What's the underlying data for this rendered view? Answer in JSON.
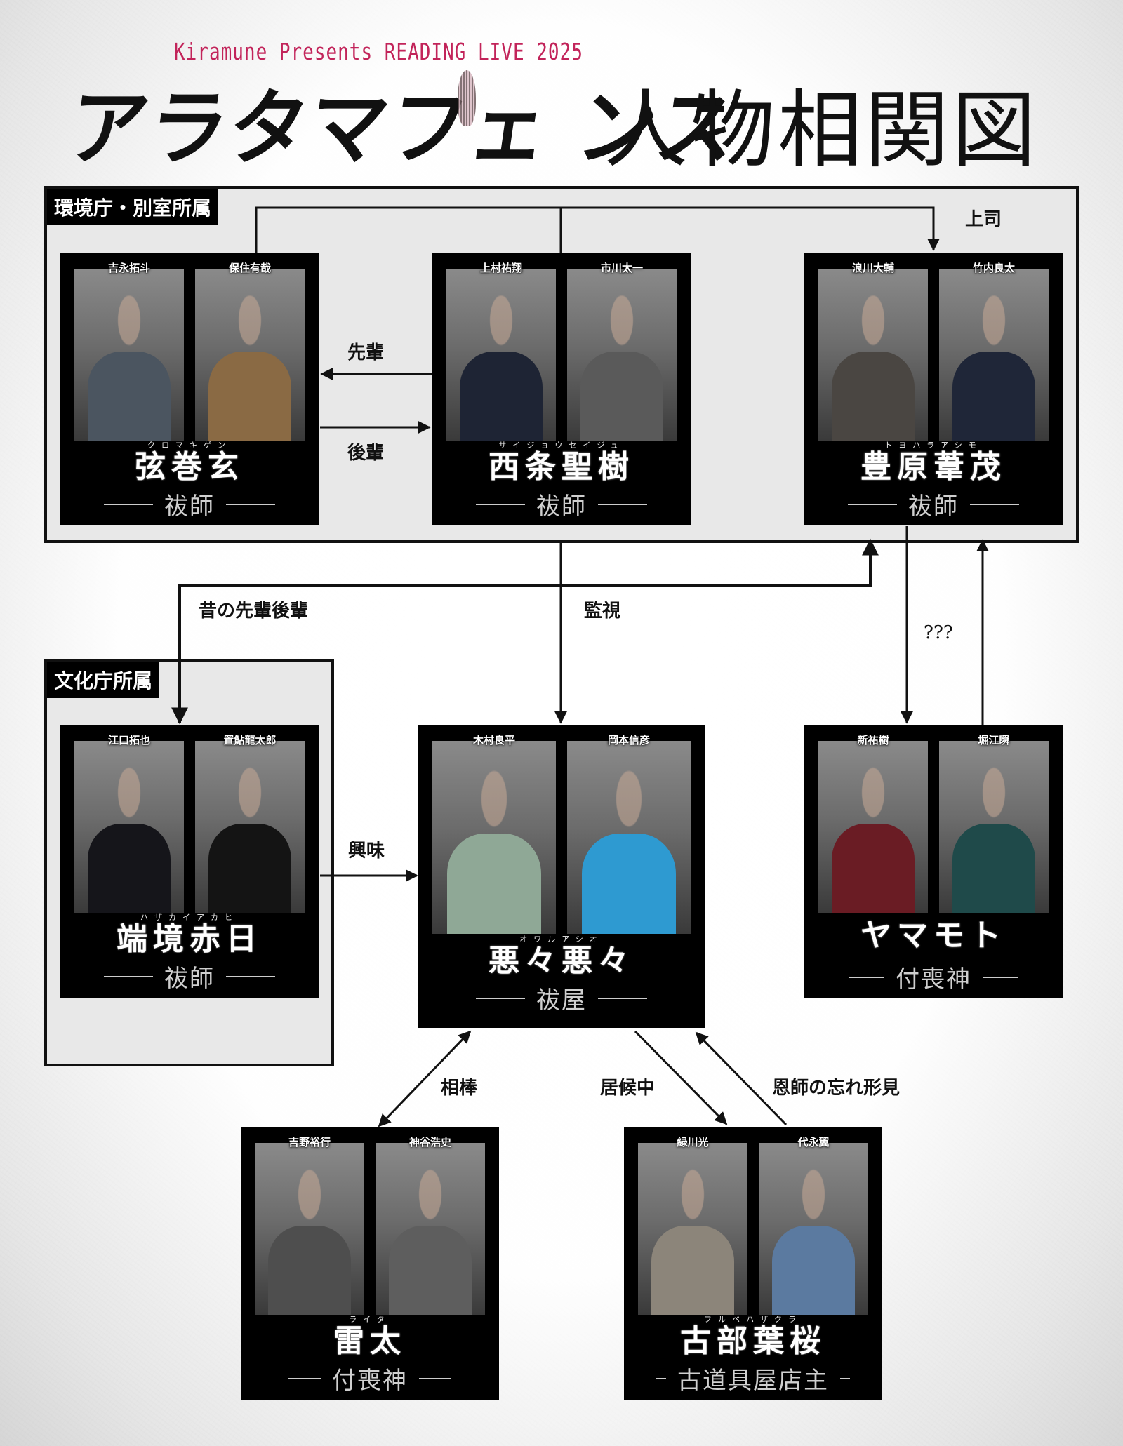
{
  "header": {
    "subtitle": "Kiramune Presents  READING LIVE 2025",
    "title": "アラタマフェ ンス",
    "diagram_title": "人物相関図"
  },
  "colors": {
    "accent": "#c2245a",
    "card_bg": "#000000",
    "group_bg": "#e8e8e8"
  },
  "groups": [
    {
      "id": "environment",
      "label": "環境庁・別室所属"
    },
    {
      "id": "culture",
      "label": "文化庁所属"
    }
  ],
  "characters": [
    {
      "id": "kuromaki",
      "ruby": "クロマキゲン",
      "name": "弦巻玄",
      "role": "祓師",
      "actors": [
        "吉永拓斗",
        "保住有哉"
      ]
    },
    {
      "id": "saijo",
      "ruby": "サイジョウセイジュ",
      "name": "西条聖樹",
      "role": "祓師",
      "actors": [
        "上村祐翔",
        "市川太一"
      ]
    },
    {
      "id": "toyohara",
      "ruby": "トヨハラアシモ",
      "name": "豊原葦茂",
      "role": "祓師",
      "actors": [
        "浪川大輔",
        "竹内良太"
      ]
    },
    {
      "id": "hazakai",
      "ruby": "ハザカイアカヒ",
      "name": "端境赤日",
      "role": "祓師",
      "actors": [
        "江口拓也",
        "置鮎龍太郎"
      ]
    },
    {
      "id": "owaru",
      "ruby": "オワルアシオ",
      "name": "悪々悪々",
      "role": "祓屋",
      "actors": [
        "木村良平",
        "岡本信彦"
      ]
    },
    {
      "id": "yamamoto",
      "ruby": "",
      "name": "ヤマモト",
      "role": "付喪神",
      "actors": [
        "新祐樹",
        "堀江瞬"
      ]
    },
    {
      "id": "raita",
      "ruby": "ライタ",
      "name": "雷太",
      "role": "付喪神",
      "actors": [
        "吉野裕行",
        "神谷浩史"
      ]
    },
    {
      "id": "furube",
      "ruby": "フルベハザクラ",
      "name": "古部葉桜",
      "role": "古道具屋店主",
      "actors": [
        "緑川光",
        "代永翼"
      ]
    }
  ],
  "relations": [
    {
      "from": "saijo",
      "to": "toyohara",
      "label": "上司"
    },
    {
      "from": "saijo",
      "to": "kuromaki",
      "label": "先輩"
    },
    {
      "from": "kuromaki",
      "to": "saijo",
      "label": "後輩"
    },
    {
      "from": "toyohara",
      "to": "hazakai",
      "label": "昔の先輩後輩"
    },
    {
      "from": "saijo",
      "to": "owaru",
      "label": "監視"
    },
    {
      "from": "toyohara",
      "to": "yamamoto",
      "label": "???"
    },
    {
      "from": "hazakai",
      "to": "owaru",
      "label": "興味"
    },
    {
      "from": "owaru",
      "to": "raita",
      "label": "相棒"
    },
    {
      "from": "owaru",
      "to": "furube",
      "label": "居候中"
    },
    {
      "from": "furube",
      "to": "owaru",
      "label": "恩師の忘れ形見"
    }
  ]
}
